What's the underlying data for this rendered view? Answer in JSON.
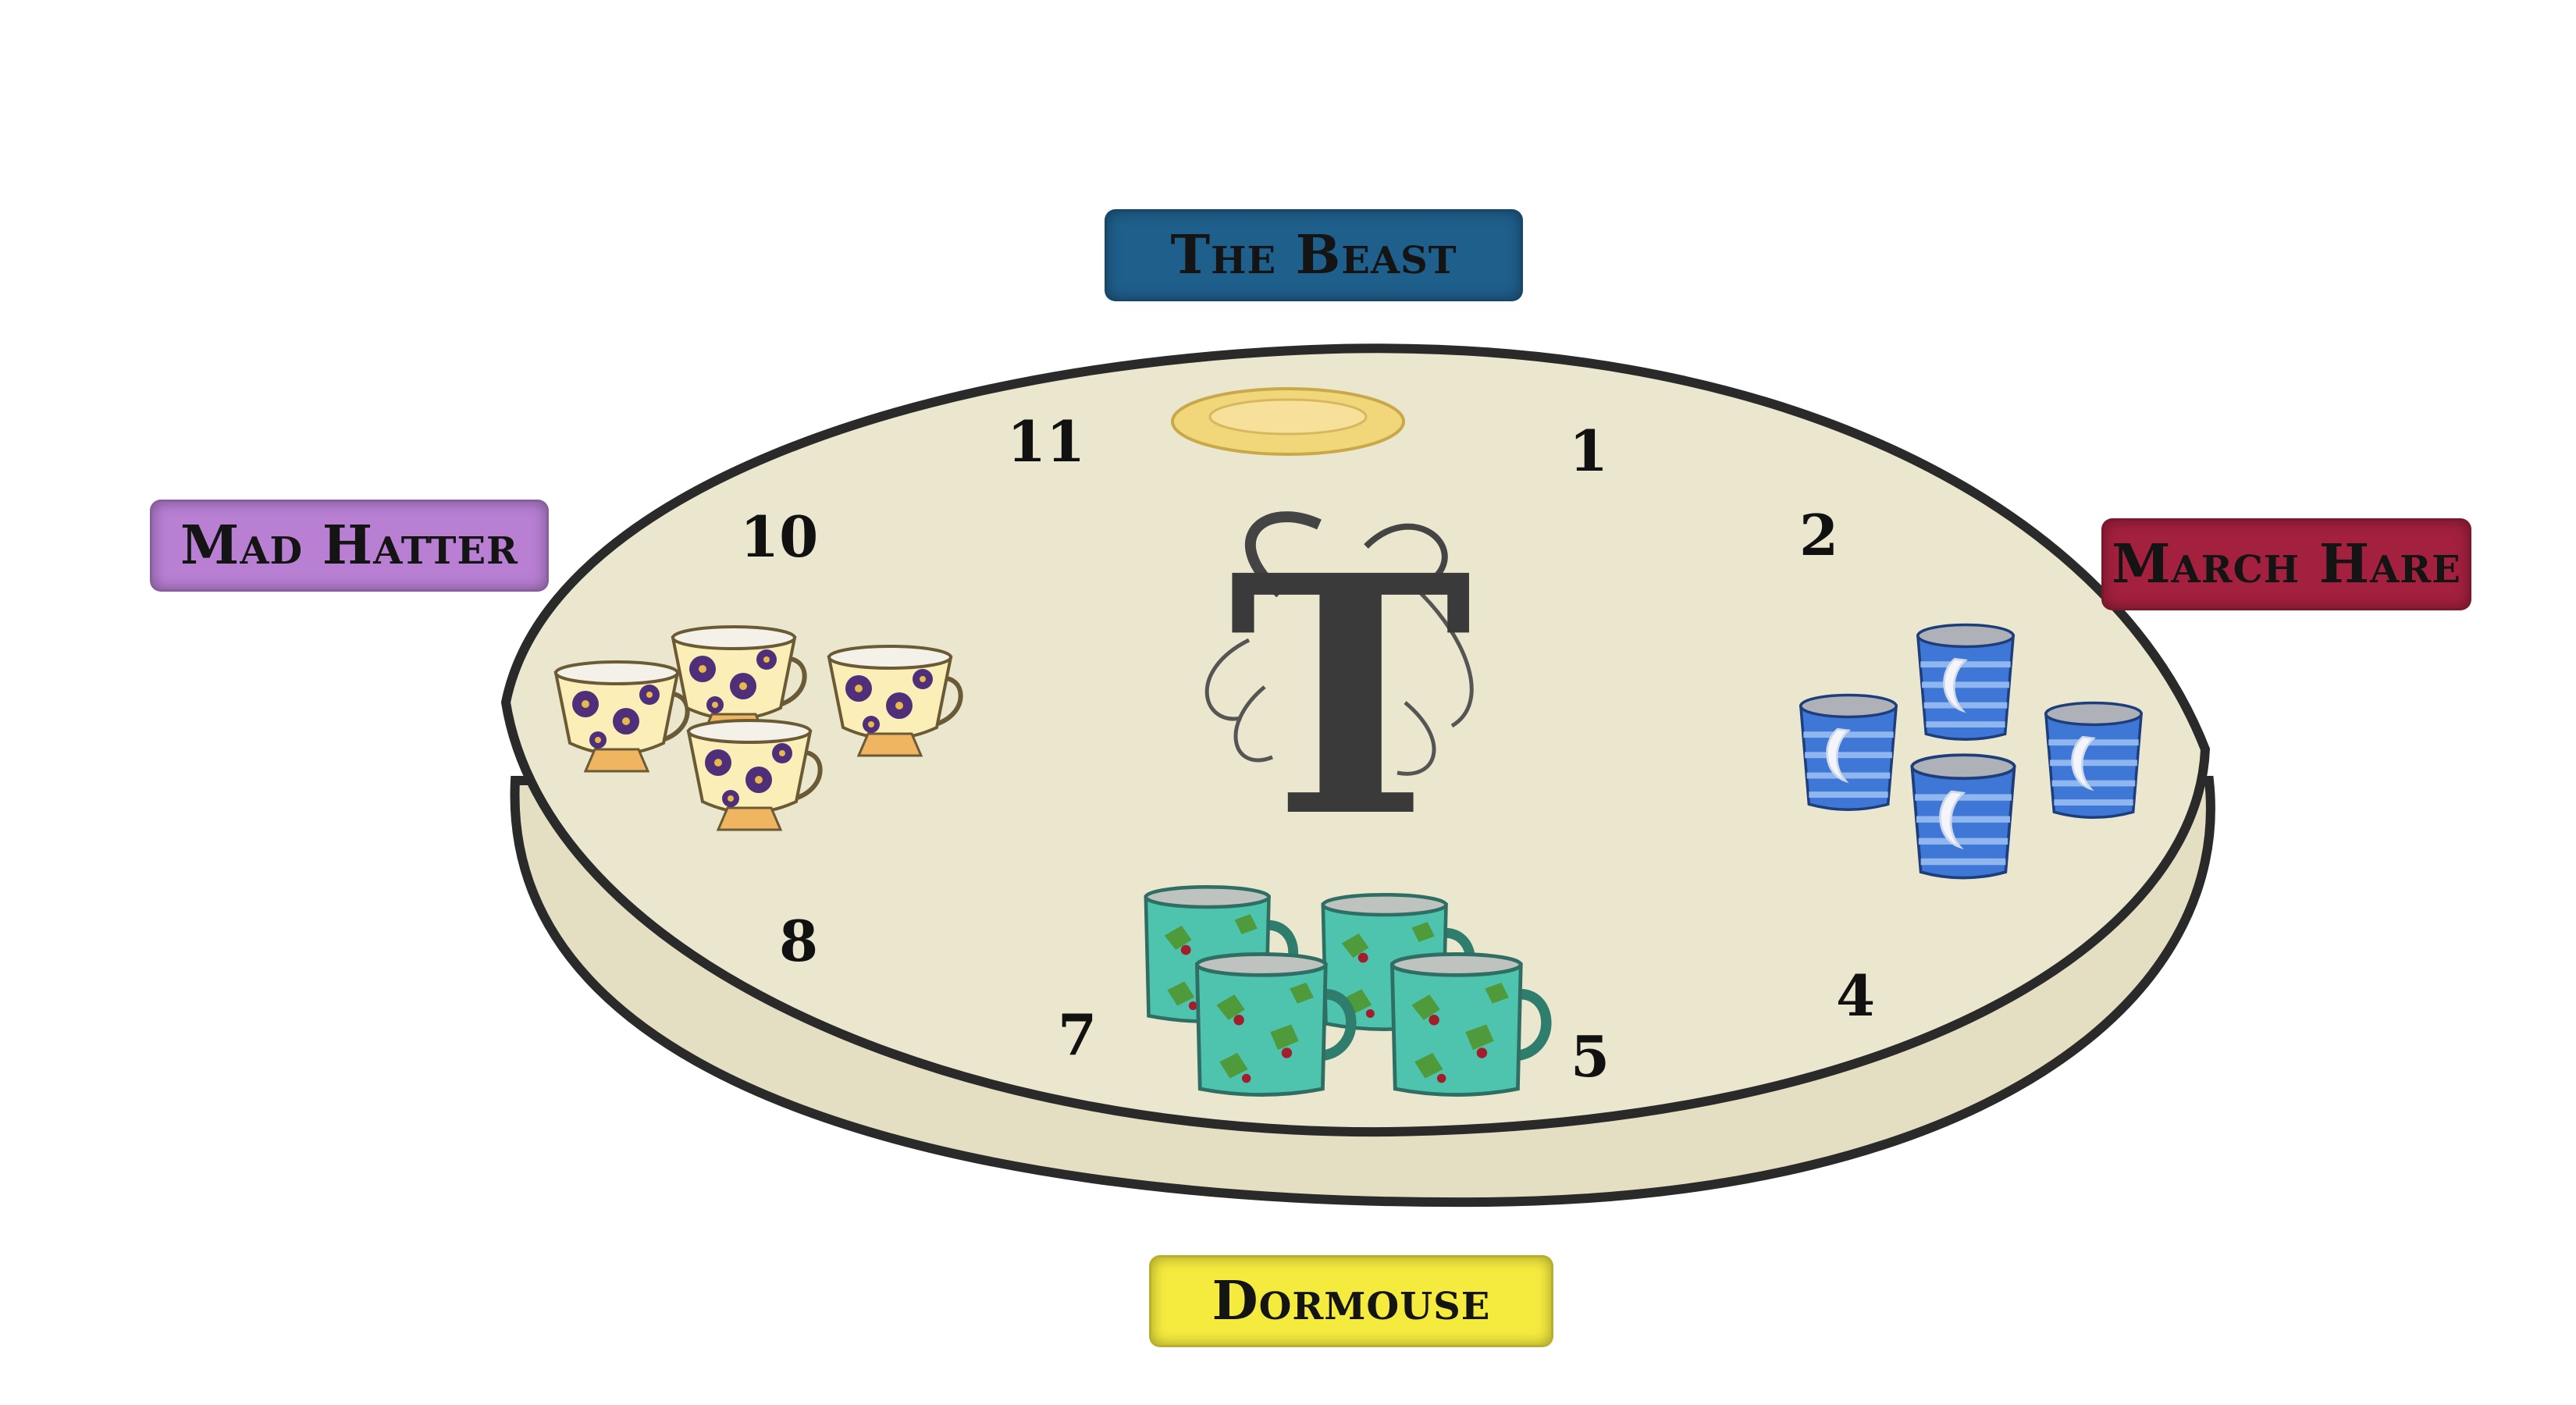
{
  "scene": {
    "seats": {
      "beast": "The Beast",
      "hatter": "Mad Hatter",
      "hare": "March Hare",
      "dormouse": "Dormouse"
    },
    "hours": [
      "11",
      "1",
      "10",
      "2",
      "8",
      "4",
      "7",
      "5"
    ],
    "monogram": "T",
    "colors": {
      "beast": "#1f5f8c",
      "hatter": "#b87fd3",
      "hare": "#a3203e",
      "dormouse": "#f5eb3f",
      "table": "#ebe7cf",
      "table_outline": "#2a2a2a",
      "saucer": "#f2d67a",
      "teacup": "#fbeeb6",
      "teacup_flower": "#4f2f7a",
      "moon_cup": "#3f77d6",
      "holly_mug": "#4ec3ad",
      "holly_leaf": "#4f9a3a",
      "holly_berry": "#a31d2a"
    },
    "items": {
      "saucer": "plate-icon",
      "hatter_cups": "teacup-icon",
      "hare_cups": "moon-cup-icon",
      "dormouse_mugs": "holly-mug-icon",
      "centerpiece": "monogram-icon"
    }
  }
}
